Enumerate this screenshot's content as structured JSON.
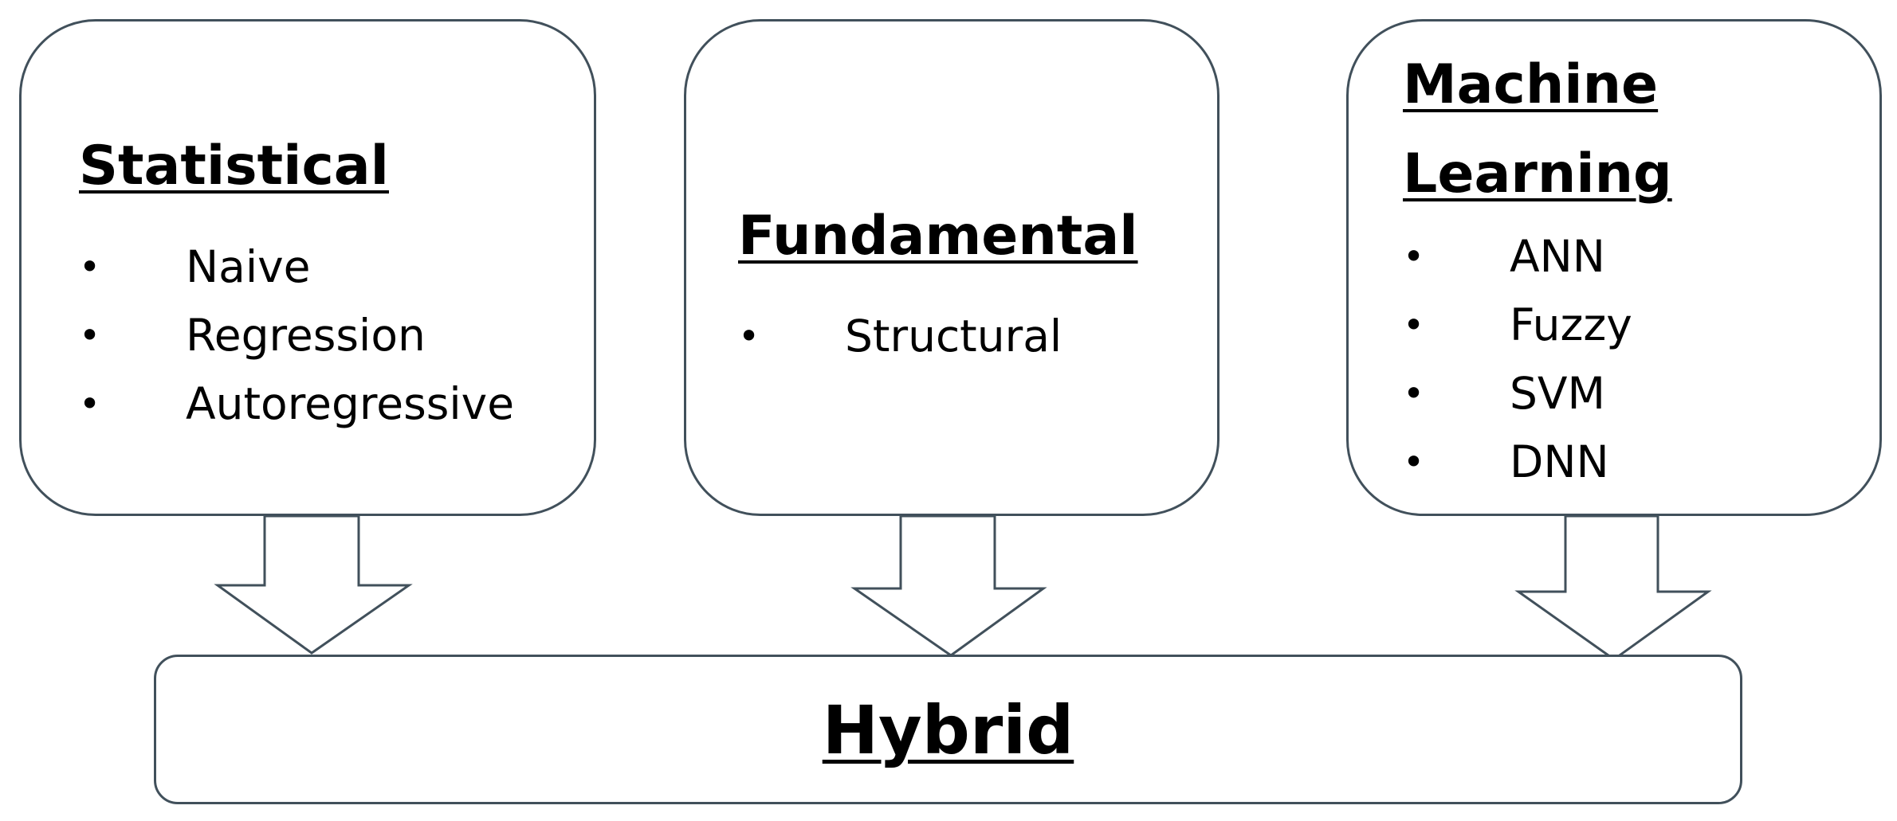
{
  "statistical": {
    "title": "Statistical",
    "items": [
      "Naive",
      "Regression",
      "Autoregressive"
    ]
  },
  "fundamental": {
    "title": "Fundamental",
    "items": [
      "Structural"
    ]
  },
  "machine_learning": {
    "title": "Machine Learning",
    "items": [
      "ANN",
      "Fuzzy",
      "SVM",
      "DNN"
    ]
  },
  "hybrid": {
    "title": "Hybrid"
  },
  "bullet_glyph": "•",
  "colors": {
    "border": "#41505b",
    "text": "#000000",
    "background": "#ffffff"
  }
}
